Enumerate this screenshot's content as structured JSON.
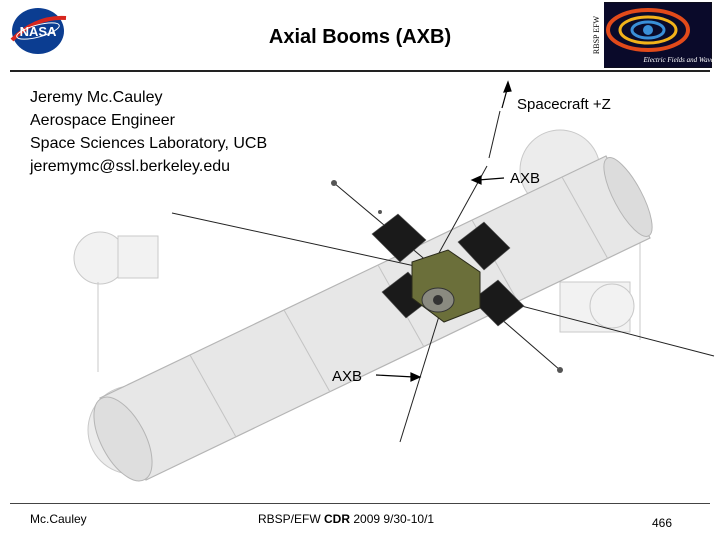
{
  "slide": {
    "title": "Axial Booms (AXB)",
    "author": {
      "name": "Jeremy Mc.Cauley",
      "role": "Aerospace Engineer",
      "org": "Space Sciences Laboratory, UCB",
      "email": "jeremymc@ssl.berkeley.edu"
    },
    "labels": {
      "spacecraft_z": "Spacecraft +Z",
      "axb_top": "AXB",
      "axb_bottom": "AXB"
    },
    "logos": {
      "nasa": "NASA",
      "efw_side": "RBSP EFW",
      "efw_caption": "Electric Fields and Waves"
    },
    "footer": {
      "left": "Mc.Cauley",
      "center_prefix": "RBSP/EFW ",
      "center_bold": "CDR",
      "center_suffix": " 2009 9/30-10/1",
      "page": "466"
    }
  },
  "colors": {
    "cylinder": "#e7e7e7",
    "panel": "#1a1a1a",
    "body": "#6b6f3a",
    "nasa_blue": "#0b3d91",
    "nasa_red": "#d7261e"
  }
}
